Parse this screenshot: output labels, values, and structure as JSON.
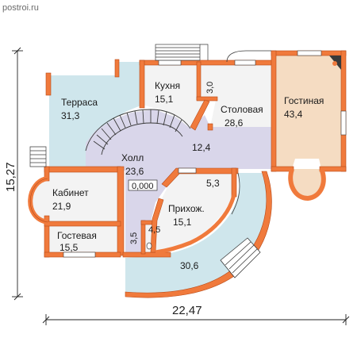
{
  "watermark": "postroi.ru",
  "colors": {
    "wall": "#f07a3c",
    "wall_stroke": "#b84a18",
    "terrace": "#cfe6ec",
    "hall": "#d9d6ea",
    "living": "#f5dcc2",
    "room": "#f3f3f3",
    "dim_line": "#222222"
  },
  "dimensions": {
    "width": "22,47",
    "depth": "15,27"
  },
  "rooms": [
    {
      "id": "terrace",
      "name": "Терраса",
      "area": "31,3"
    },
    {
      "id": "kitchen",
      "name": "Кухня",
      "area": "15,1"
    },
    {
      "id": "pantry",
      "name": "",
      "area": "3,0"
    },
    {
      "id": "dining",
      "name": "Столовая",
      "area": "28,6"
    },
    {
      "id": "living",
      "name": "Гостиная",
      "area": "43,4"
    },
    {
      "id": "hall-upper",
      "name": "",
      "area": "12,4"
    },
    {
      "id": "hall",
      "name": "Холл",
      "area": "23,6"
    },
    {
      "id": "level",
      "name": "",
      "area": "0,000"
    },
    {
      "id": "study",
      "name": "Кабинет",
      "area": "21,9"
    },
    {
      "id": "guest",
      "name": "Гостевая",
      "area": "15,5"
    },
    {
      "id": "wardrobe",
      "name": "",
      "area": "5,3"
    },
    {
      "id": "entry",
      "name": "Прихож.",
      "area": "15,1"
    },
    {
      "id": "wc",
      "name": "",
      "area": "4,5"
    },
    {
      "id": "corridor",
      "name": "",
      "area": "3,5"
    },
    {
      "id": "porch",
      "name": "",
      "area": "30,6"
    }
  ]
}
